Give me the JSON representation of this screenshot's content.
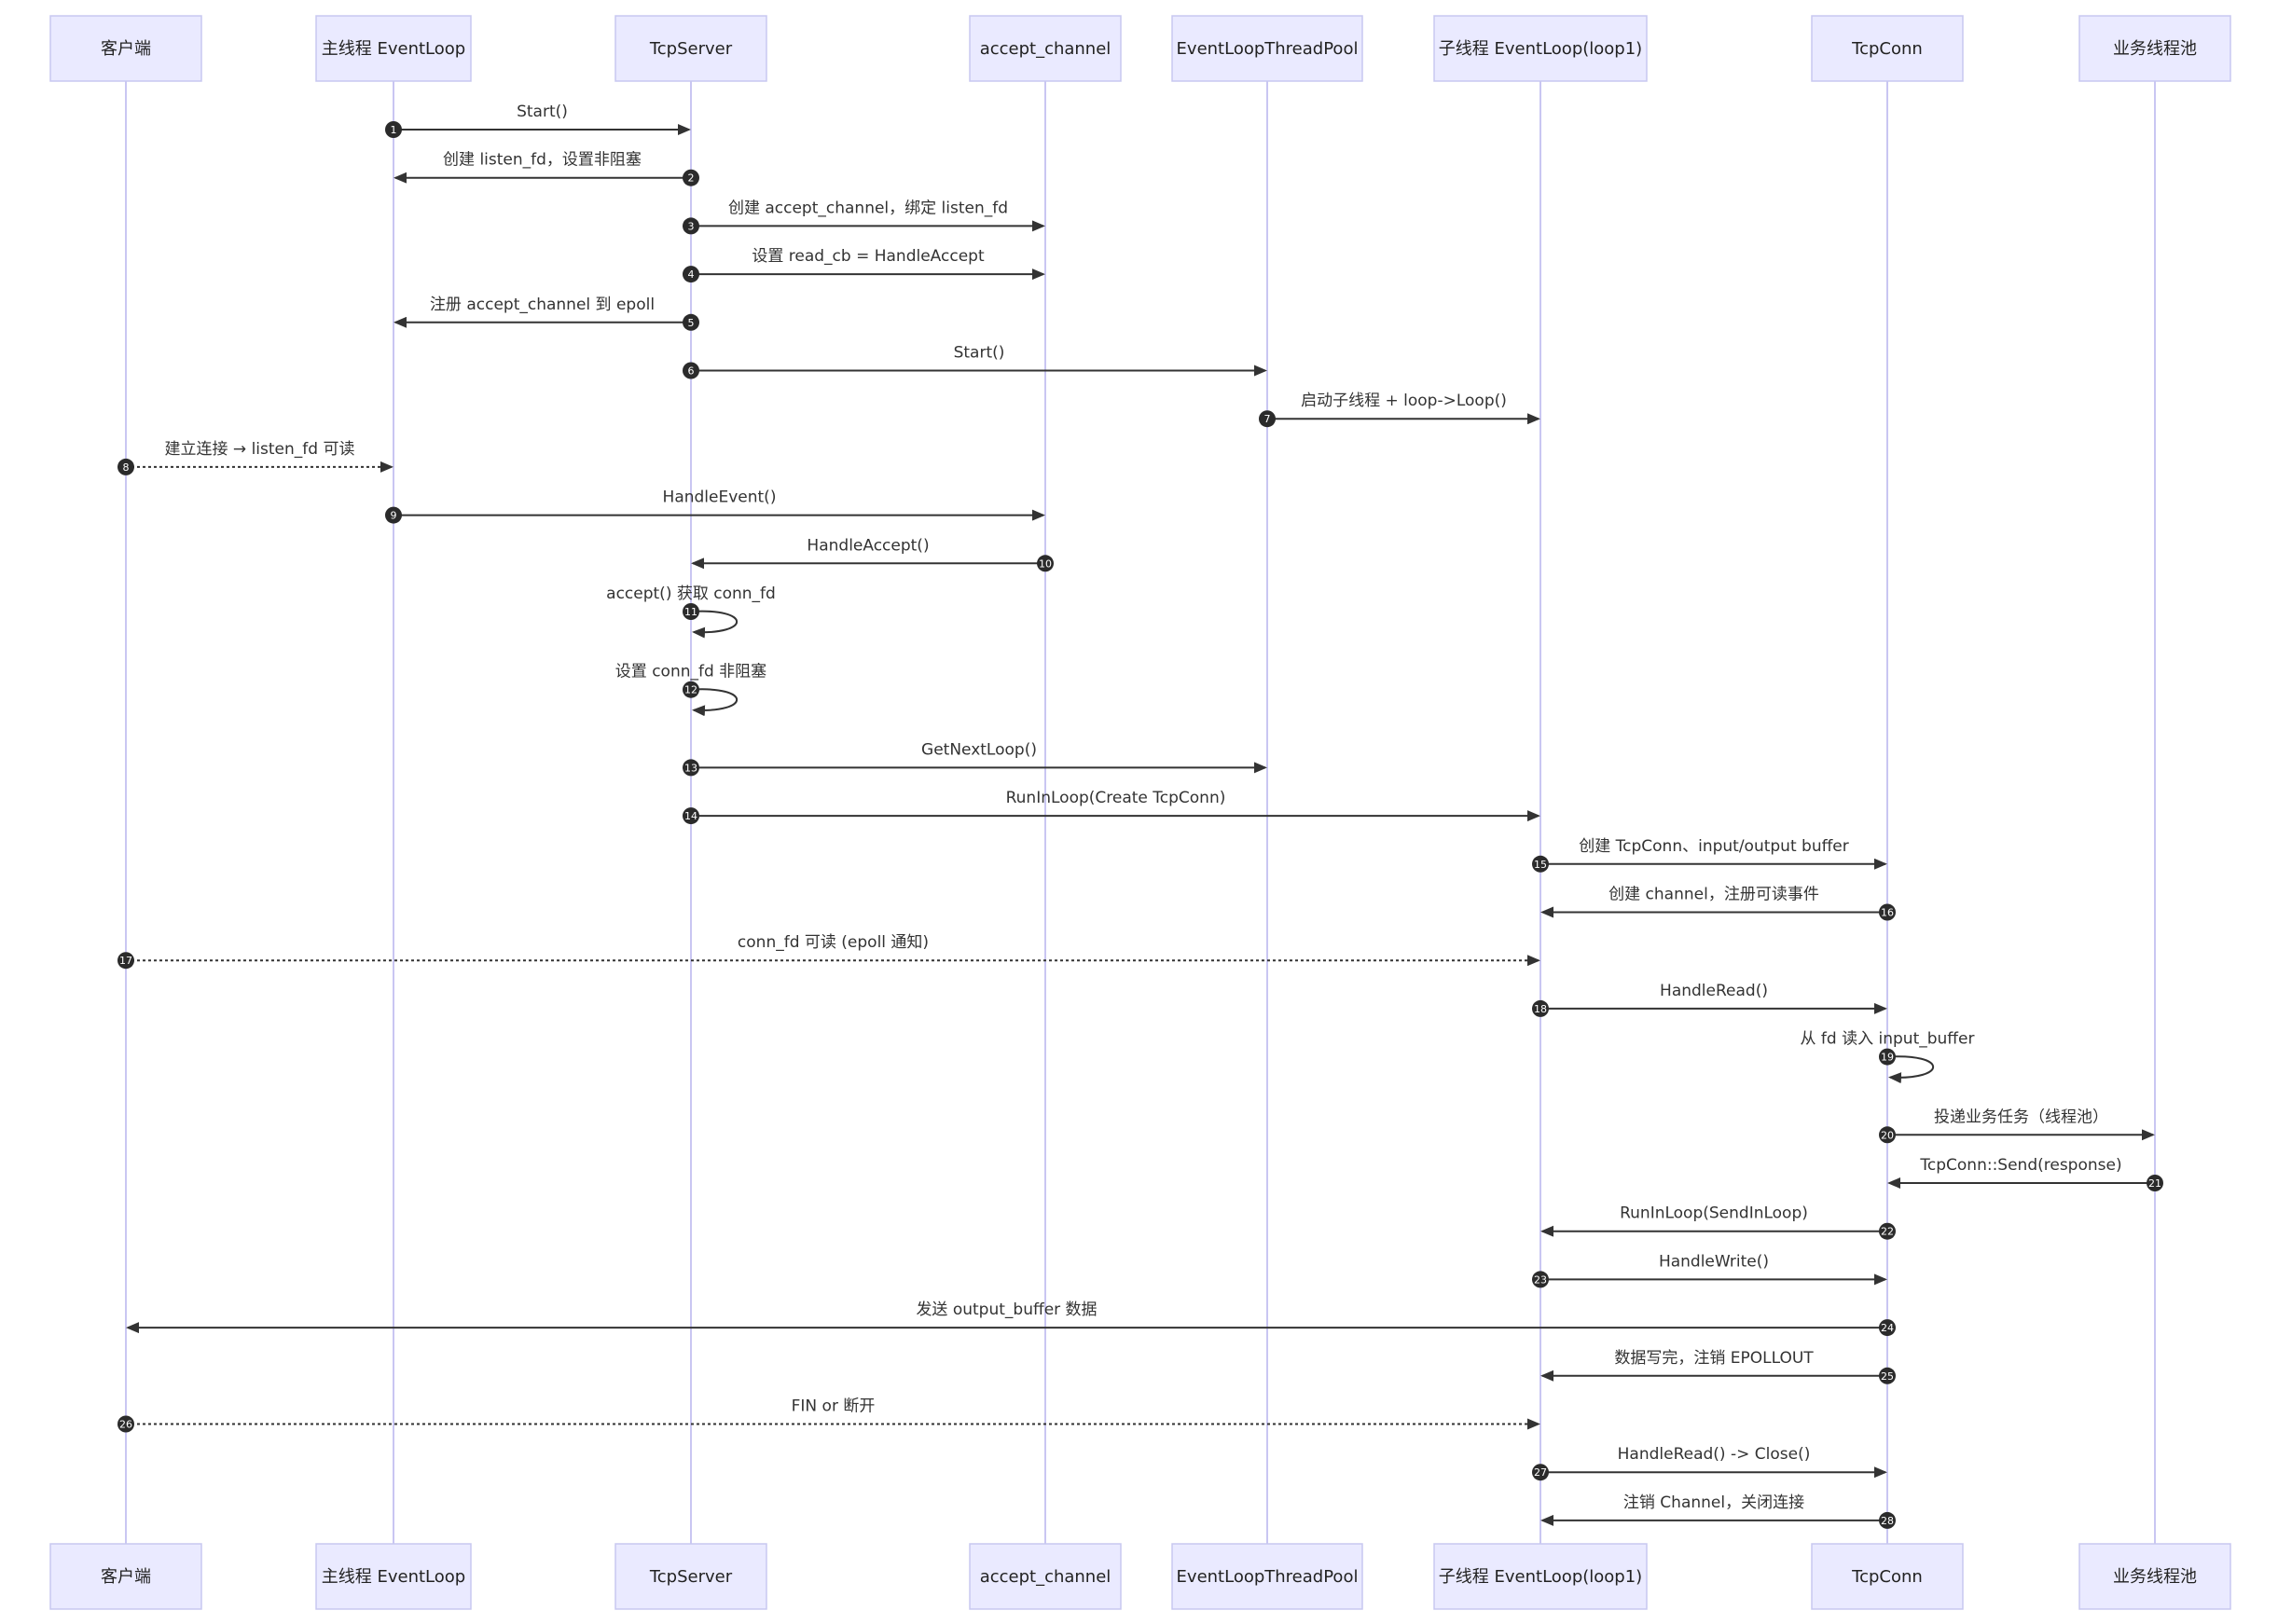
{
  "participants": [
    {
      "id": "client",
      "label": "客户端"
    },
    {
      "id": "main_loop",
      "label": "主线程 EventLoop"
    },
    {
      "id": "tcp_server",
      "label": "TcpServer"
    },
    {
      "id": "accept_channel",
      "label": "accept_channel"
    },
    {
      "id": "thread_pool",
      "label": "EventLoopThreadPool"
    },
    {
      "id": "sub_loop",
      "label": "子线程 EventLoop(loop1)"
    },
    {
      "id": "tcp_conn",
      "label": "TcpConn"
    },
    {
      "id": "biz_pool",
      "label": "业务线程池"
    }
  ],
  "messages": [
    {
      "n": "1",
      "from": "main_loop",
      "to": "tcp_server",
      "label": "Start()",
      "style": "solid"
    },
    {
      "n": "2",
      "from": "tcp_server",
      "to": "main_loop",
      "label": "创建 listen_fd，设置非阻塞",
      "style": "solid"
    },
    {
      "n": "3",
      "from": "tcp_server",
      "to": "accept_channel",
      "label": "创建 accept_channel，绑定 listen_fd",
      "style": "solid"
    },
    {
      "n": "4",
      "from": "tcp_server",
      "to": "accept_channel",
      "label": "设置 read_cb = HandleAccept",
      "style": "solid"
    },
    {
      "n": "5",
      "from": "tcp_server",
      "to": "main_loop",
      "label": "注册 accept_channel 到 epoll",
      "style": "solid"
    },
    {
      "n": "6",
      "from": "tcp_server",
      "to": "thread_pool",
      "label": "Start()",
      "style": "solid"
    },
    {
      "n": "7",
      "from": "thread_pool",
      "to": "sub_loop",
      "label": "启动子线程 + loop->Loop()",
      "style": "solid"
    },
    {
      "n": "8",
      "from": "client",
      "to": "main_loop",
      "label": "建立连接 → listen_fd 可读",
      "style": "dotted"
    },
    {
      "n": "9",
      "from": "main_loop",
      "to": "accept_channel",
      "label": "HandleEvent()",
      "style": "solid"
    },
    {
      "n": "10",
      "from": "accept_channel",
      "to": "tcp_server",
      "label": "HandleAccept()",
      "style": "solid"
    },
    {
      "n": "11",
      "from": "tcp_server",
      "to": "tcp_server",
      "label": "accept() 获取 conn_fd",
      "style": "solid"
    },
    {
      "n": "12",
      "from": "tcp_server",
      "to": "tcp_server",
      "label": "设置 conn_fd 非阻塞",
      "style": "solid"
    },
    {
      "n": "13",
      "from": "tcp_server",
      "to": "thread_pool",
      "label": "GetNextLoop()",
      "style": "solid"
    },
    {
      "n": "14",
      "from": "tcp_server",
      "to": "sub_loop",
      "label": "RunInLoop(Create TcpConn)",
      "style": "solid"
    },
    {
      "n": "15",
      "from": "sub_loop",
      "to": "tcp_conn",
      "label": "创建 TcpConn、input/output buffer",
      "style": "solid"
    },
    {
      "n": "16",
      "from": "tcp_conn",
      "to": "sub_loop",
      "label": "创建 channel，注册可读事件",
      "style": "solid"
    },
    {
      "n": "17",
      "from": "client",
      "to": "sub_loop",
      "label": "conn_fd 可读 (epoll 通知)",
      "style": "dotted"
    },
    {
      "n": "18",
      "from": "sub_loop",
      "to": "tcp_conn",
      "label": "HandleRead()",
      "style": "solid"
    },
    {
      "n": "19",
      "from": "tcp_conn",
      "to": "tcp_conn",
      "label": "从 fd 读入 input_buffer",
      "style": "solid"
    },
    {
      "n": "20",
      "from": "tcp_conn",
      "to": "biz_pool",
      "label": "投递业务任务（线程池）",
      "style": "solid"
    },
    {
      "n": "21",
      "from": "biz_pool",
      "to": "tcp_conn",
      "label": "TcpConn::Send(response)",
      "style": "solid"
    },
    {
      "n": "22",
      "from": "tcp_conn",
      "to": "sub_loop",
      "label": "RunInLoop(SendInLoop)",
      "style": "solid"
    },
    {
      "n": "23",
      "from": "sub_loop",
      "to": "tcp_conn",
      "label": "HandleWrite()",
      "style": "solid"
    },
    {
      "n": "24",
      "from": "tcp_conn",
      "to": "client",
      "label": "发送 output_buffer 数据",
      "style": "solid"
    },
    {
      "n": "25",
      "from": "tcp_conn",
      "to": "sub_loop",
      "label": "数据写完，注销 EPOLLOUT",
      "style": "solid"
    },
    {
      "n": "26",
      "from": "client",
      "to": "sub_loop",
      "label": "FIN or 断开",
      "style": "dotted"
    },
    {
      "n": "27",
      "from": "sub_loop",
      "to": "tcp_conn",
      "label": "HandleRead() -> Close()",
      "style": "solid"
    },
    {
      "n": "28",
      "from": "tcp_conn",
      "to": "sub_loop",
      "label": "注销 Channel，关闭连接",
      "style": "solid"
    }
  ],
  "colors": {
    "box_fill": "#EAEAFF",
    "box_stroke": "#C8C8F0",
    "lifeline": "#C9C6F2",
    "arrow": "#333333",
    "text": "#333333",
    "badge_fill": "#2B2B2B",
    "badge_text": "#FFFFFF"
  }
}
